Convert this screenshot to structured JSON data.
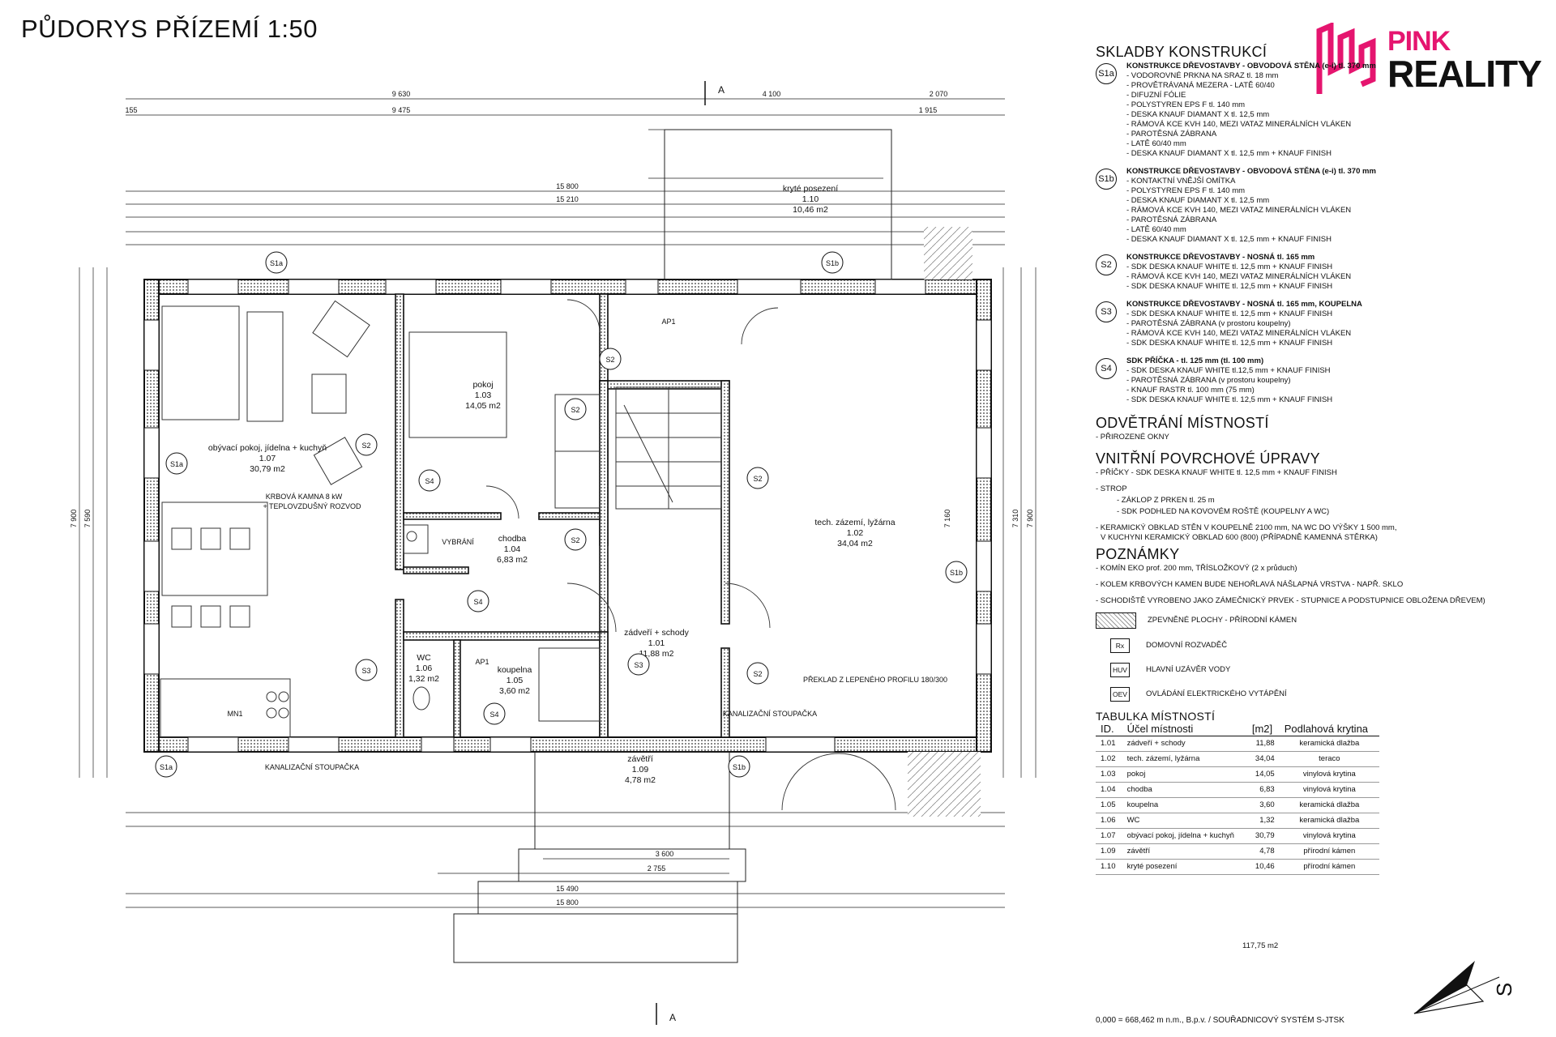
{
  "title": "PŮDORYS PŘÍZEMÍ   1:50",
  "logo": {
    "line1": "PINK",
    "line2": "REALITY"
  },
  "sections": {
    "composition": "SKLADBY KONSTRUKCÍ",
    "ventilation": "ODVĚTRÁNÍ MÍSTNOSTÍ",
    "surfaces": "VNITŘNÍ POVRCHOVÉ ÚPRAVY",
    "notes": "POZNÁMKY",
    "table": "TABULKA MÍSTNOSTÍ"
  },
  "compositions": [
    {
      "code": "S1a",
      "title": "KONSTRUKCE DŘEVOSTAVBY - OBVODOVÁ STĚNA (e-i) tl. 370 mm",
      "lines": [
        "- VODOROVNÉ PRKNA NA SRAZ tl. 18 mm",
        "- PROVĚTRÁVANÁ MEZERA - LATĚ 60/40",
        "- DIFUZNÍ FÓLIE",
        "- POLYSTYREN EPS F tl. 140 mm",
        "- DESKA KNAUF DIAMANT X tl. 12,5 mm",
        "- RÁMOVÁ KCE KVH 140, MEZI VATAZ MINERÁLNÍCH VLÁKEN",
        "- PAROTĚSNÁ ZÁBRANA",
        "- LATĚ 60/40 mm",
        "- DESKA KNAUF DIAMANT X tl. 12,5 mm + KNAUF FINISH"
      ]
    },
    {
      "code": "S1b",
      "title": "KONSTRUKCE DŘEVOSTAVBY - OBVODOVÁ STĚNA (e-i) tl. 370 mm",
      "lines": [
        "- KONTAKTNÍ VNĚJŠÍ OMÍTKA",
        "- POLYSTYREN EPS F tl. 140 mm",
        "- DESKA KNAUF DIAMANT X tl. 12,5 mm",
        "- RÁMOVÁ KCE KVH 140, MEZI VATAZ MINERÁLNÍCH VLÁKEN",
        "- PAROTĚSNÁ ZÁBRANA",
        "- LATĚ 60/40 mm",
        "- DESKA KNAUF DIAMANT X tl. 12,5 mm + KNAUF FINISH"
      ]
    },
    {
      "code": "S2",
      "title": "KONSTRUKCE DŘEVOSTAVBY - NOSNÁ tl. 165 mm",
      "lines": [
        "- SDK DESKA KNAUF WHITE tl. 12,5 mm + KNAUF FINISH",
        "- RÁMOVÁ KCE KVH 140, MEZI VATAZ MINERÁLNÍCH VLÁKEN",
        "- SDK DESKA KNAUF WHITE tl. 12,5 mm + KNAUF FINISH"
      ]
    },
    {
      "code": "S3",
      "title": "KONSTRUKCE DŘEVOSTAVBY - NOSNÁ tl. 165 mm, KOUPELNA",
      "lines": [
        "- SDK DESKA KNAUF WHITE tl. 12,5 mm + KNAUF FINISH",
        "- PAROTĚSNÁ ZÁBRANA (v prostoru koupelny)",
        "- RÁMOVÁ KCE KVH 140, MEZI VATAZ MINERÁLNÍCH VLÁKEN",
        "- SDK DESKA KNAUF WHITE tl. 12,5 mm + KNAUF FINISH"
      ]
    },
    {
      "code": "S4",
      "title": "SDK PŘÍČKA - tl. 125 mm (tl. 100 mm)",
      "lines": [
        "- SDK DESKA KNAUF WHITE tl.12,5 mm + KNAUF FINISH",
        "- PAROTĚSNÁ ZÁBRANA (v prostoru koupelny)",
        "- KNAUF RASTR tl. 100 mm (75 mm)",
        "- SDK DESKA KNAUF WHITE tl. 12,5 mm + KNAUF FINISH"
      ]
    }
  ],
  "ventilation_text": "- PŘIROZENÉ OKNY",
  "surfaces": [
    "- PŘÍČKY - SDK DESKA KNAUF WHITE tl. 12,5 mm + KNAUF FINISH",
    "- STROP",
    "- ZÁKLOP Z PRKEN tl. 25 m",
    "- SDK PODHLED NA KOVOVÉM ROŠTĚ (KOUPELNY A WC)",
    "- KERAMICKÝ OBKLAD STĚN V KOUPELNĚ 2100 mm, NA WC DO VÝŠKY 1 500 mm,",
    "V KUCHYNI KERAMICKÝ OBKLAD 600 (800) (PŘÍPADNĚ KAMENNÁ STĚRKA)"
  ],
  "notes": [
    "- KOMÍN EKO prof. 200 mm, TŘÍSLOŽKOVÝ (2 x průduch)",
    "- KOLEM KRBOVÝCH KAMEN BUDE NEHOŘLAVÁ NÁŠLAPNÁ VRSTVA - NAPŘ. SKLO",
    "- SCHODIŠTĚ VYROBENO JAKO ZÁMEČNICKÝ PRVEK - STUPNICE A PODSTUPNICE OBLOŽENA DŘEVEM)"
  ],
  "symbols": [
    {
      "code": "",
      "label": "ZPEVNĚNÉ PLOCHY - PŘÍRODNÍ KÁMEN"
    },
    {
      "code": "Rx",
      "label": "DOMOVNÍ ROZVADĚČ"
    },
    {
      "code": "HUV",
      "label": "HLAVNÍ UZÁVĚR VODY"
    },
    {
      "code": "OEV",
      "label": "OVLÁDÁNÍ ELEKTRICKÉHO VYTÁPĚNÍ"
    }
  ],
  "room_table": {
    "headers": [
      "ID.",
      "Účel místnosti",
      "[m2]",
      "Podlahová krytina"
    ],
    "rows": [
      [
        "1.01",
        "zádveří + schody",
        "11,88",
        "keramická dlažba"
      ],
      [
        "1.02",
        "tech. zázemí, lyžárna",
        "34,04",
        "teraco"
      ],
      [
        "1.03",
        "pokoj",
        "14,05",
        "vinylová krytina"
      ],
      [
        "1.04",
        "chodba",
        "6,83",
        "vinylová krytina"
      ],
      [
        "1.05",
        "koupelna",
        "3,60",
        "keramická dlažba"
      ],
      [
        "1.06",
        "WC",
        "1,32",
        "keramická dlažba"
      ],
      [
        "1.07",
        "obývací pokoj, jídelna + kuchyň",
        "30,79",
        "vinylová krytina"
      ],
      [
        "1.09",
        "závětří",
        "4,78",
        "přírodní kámen"
      ],
      [
        "1.10",
        "kryté posezení",
        "10,46",
        "přírodní kámen"
      ]
    ],
    "total": "117,75 m2"
  },
  "coord_text": "0,000 = 668,462 m n.m., B.p.v. / SOUŘADNICOVÝ SYSTÉM S-JTSK",
  "compass_letter": "S",
  "plan": {
    "rooms": [
      {
        "name": "obývací pokoj, jídelna + kuchyň",
        "id": "1.07",
        "area": "30,79 m2"
      },
      {
        "name": "pokoj",
        "id": "1.03",
        "area": "14,05 m2"
      },
      {
        "name": "chodba",
        "id": "1.04",
        "area": "6,83 m2"
      },
      {
        "name": "WC",
        "id": "1.06",
        "area": "1,32 m2"
      },
      {
        "name": "koupelna",
        "id": "1.05",
        "area": "3,60 m2"
      },
      {
        "name": "zádveří + schody",
        "id": "1.01",
        "area": "11,88 m2"
      },
      {
        "name": "tech. zázemí, lyžárna",
        "id": "1.02",
        "area": "34,04 m2"
      },
      {
        "name": "závětří",
        "id": "1.09",
        "area": "4,78 m2"
      },
      {
        "name": "kryté posezení",
        "id": "1.10",
        "area": "10,46 m2"
      }
    ],
    "top_dims": [
      "9 630",
      "4 100",
      "2 070",
      "9 475",
      "15 800",
      "15 210",
      "155",
      "1 915"
    ],
    "bottom_dims": [
      "15 490",
      "15 800",
      "2 755",
      "3 600"
    ],
    "side_dims": [
      "7 900",
      "7 590",
      "7 310",
      "7 160"
    ],
    "labels": {
      "krb": "KRBOVÁ KAMNA 8 kW",
      "krb2": "+ TEPLOVZDUŠNÝ ROZVOD",
      "kanal": "KANALIZAČNÍ STOUPAČKA",
      "kanal_small": "KANALIZAČNÍ STOUPAČKA",
      "preklad": "PŘEKLAD Z LEPENÉHO PROFILU 180/300",
      "vybrani": "VYBRÁNÍ",
      "mn1": "MN1",
      "s1a": "S1a",
      "s1b": "S1b",
      "s2": "S2",
      "s3": "S3",
      "s4": "S4",
      "ap1": "AP1",
      "section_mark": "A"
    }
  }
}
